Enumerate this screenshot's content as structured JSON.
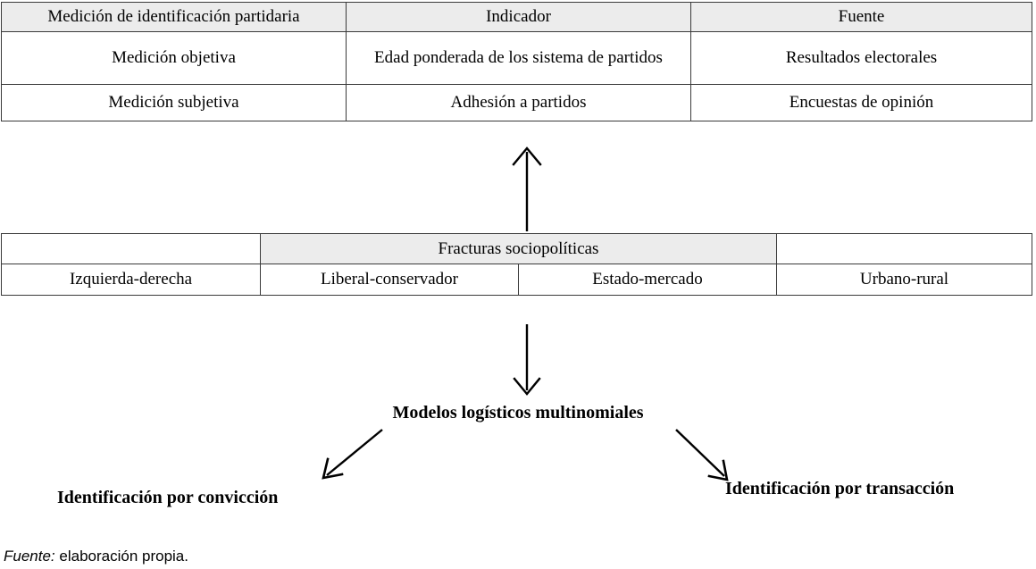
{
  "figure": {
    "caption_key": "Fuente:",
    "caption_text": " elaboración propia."
  },
  "table_measurement": {
    "headers": [
      "Medición de identificación partidaria",
      "Indicador",
      "Fuente"
    ],
    "rows": [
      [
        "Medición objetiva",
        "Edad ponderada de los sistema de partidos",
        "Resultados electorales"
      ],
      [
        "Medición subjetiva",
        "Adhesión a partidos",
        "Encuestas de opinión"
      ]
    ]
  },
  "table_cleavages": {
    "header_left_blank": "",
    "header_center": "Fracturas sociopolíticas",
    "header_right_blank": "",
    "row": [
      "Izquierda-derecha",
      "Liberal-conservador",
      "Estado-mercado",
      "Urbano-rural"
    ]
  },
  "flow": {
    "models_label": "Modelos logísticos multinomiales",
    "outcome_left": "Identificación por convicción",
    "outcome_right": "Identificación por transacción"
  },
  "style": {
    "header_fill": "#ececec",
    "border_color": "#3a3a3a",
    "arrow_color": "#000000",
    "page_background": "#ffffff"
  }
}
